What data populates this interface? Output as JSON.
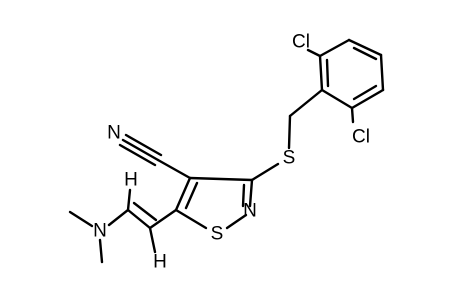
{
  "molecule": {
    "atoms": {
      "cl_top": "Cl",
      "cl_bottom": "Cl",
      "s_thioether": "S",
      "s_ring": "S",
      "n_ring": "N",
      "n_nitrile": "N",
      "n_amine": "N",
      "h_upper": "H",
      "h_lower": "H"
    }
  }
}
